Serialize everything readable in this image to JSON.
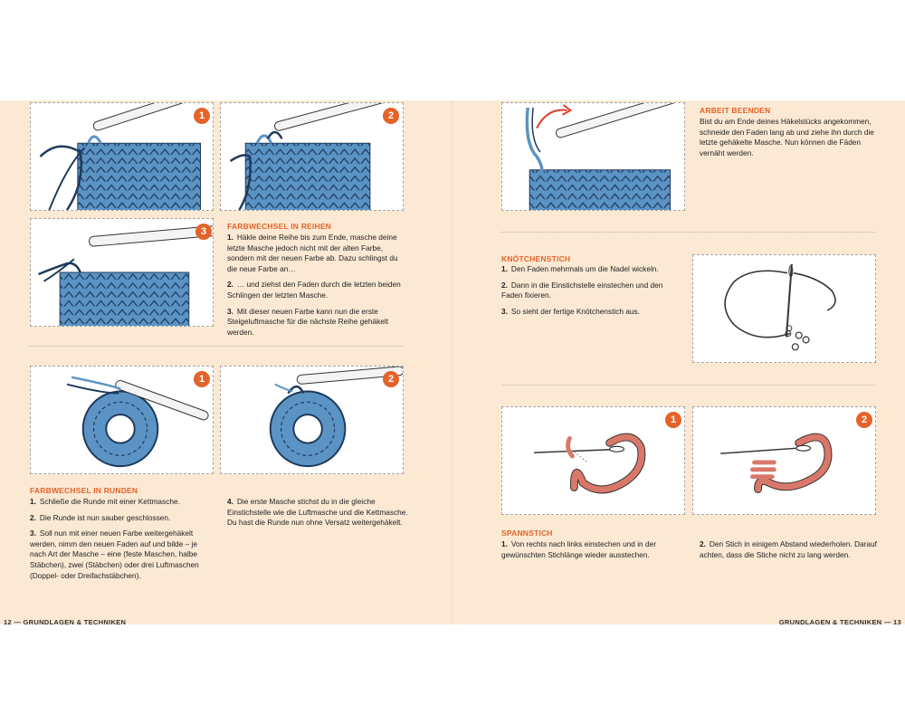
{
  "left_page": {
    "row_change": {
      "badges": [
        "1",
        "2",
        "3"
      ],
      "heading": "FARBWECHSEL IN REIHEN",
      "steps": [
        {
          "num": "1.",
          "text": "Häkle deine Reihe bis zum Ende, masche deine letzte Masche jedoch nicht mit der alten Farbe, sondern mit der neuen Farbe ab. Dazu schlingst du die neue Farbe an…"
        },
        {
          "num": "2.",
          "text": "… und ziehst den Faden durch die letzten beiden Schlingen der letzten Masche."
        },
        {
          "num": "3.",
          "text": "Mit dieser neuen Farbe kann nun die erste Steigeluftmasche für die nächste Reihe gehäkelt werden."
        }
      ]
    },
    "round_change": {
      "badges": [
        "1",
        "2"
      ],
      "heading": "FARBWECHSEL IN RUNDEN",
      "steps": [
        {
          "num": "1.",
          "text": "Schließe die Runde mit einer Kettmasche."
        },
        {
          "num": "2.",
          "text": "Die Runde ist nun sauber geschlossen."
        },
        {
          "num": "3.",
          "text": "Soll nun mit einer neuen Farbe weitergehäkelt werden, nimm den neuen Faden auf und bilde – je nach Art der Masche – eine (feste Maschen, halbe Stäbchen), zwei (Stäbchen) oder drei Luftmaschen (Doppel- oder Dreifachstäbchen)."
        },
        {
          "num": "4.",
          "text": "Die erste Masche stichst du in die gleiche Einstichstelle wie die Luftmasche und die Kettmasche. Du hast die Runde nun ohne Versatz weitergehäkelt."
        }
      ]
    },
    "footer": "12 — GRUNDLAGEN & TECHNIKEN"
  },
  "right_page": {
    "finish": {
      "heading": "ARBEIT BEENDEN",
      "text": "Bist du am Ende deines Häkelstücks angekommen, schneide den Faden lang ab und ziehe ihn durch die letzte gehäkelte Masche. Nun können die Fäden vernäht werden."
    },
    "knot": {
      "heading": "KNÖTCHENSTICH",
      "steps": [
        {
          "num": "1.",
          "text": "Den Faden mehrmals um die Nadel wickeln."
        },
        {
          "num": "2.",
          "text": "Dann in die Einstichstelle einstechen und den Faden fixieren."
        },
        {
          "num": "3.",
          "text": "So sieht der fertige Knötchenstich aus."
        }
      ]
    },
    "satin": {
      "badges": [
        "1",
        "2"
      ],
      "heading": "SPANNSTICH",
      "steps": [
        {
          "num": "1.",
          "text": "Von rechts nach links einstechen und in der gewünschten Stichlänge wieder ausstechen."
        },
        {
          "num": "2.",
          "text": "Den Stich in einigem Abstand wiederholen. Darauf achten, dass die Stiche nicht zu lang werden."
        }
      ]
    },
    "footer": "GRUNDLAGEN & TECHNIKEN — 13"
  },
  "colors": {
    "page_bg": "#fbe9d3",
    "accent": "#e4632a",
    "crochet_blue": "#5b93c4",
    "crochet_dark": "#1e3a5c",
    "embroidery_red": "#d9786a"
  }
}
